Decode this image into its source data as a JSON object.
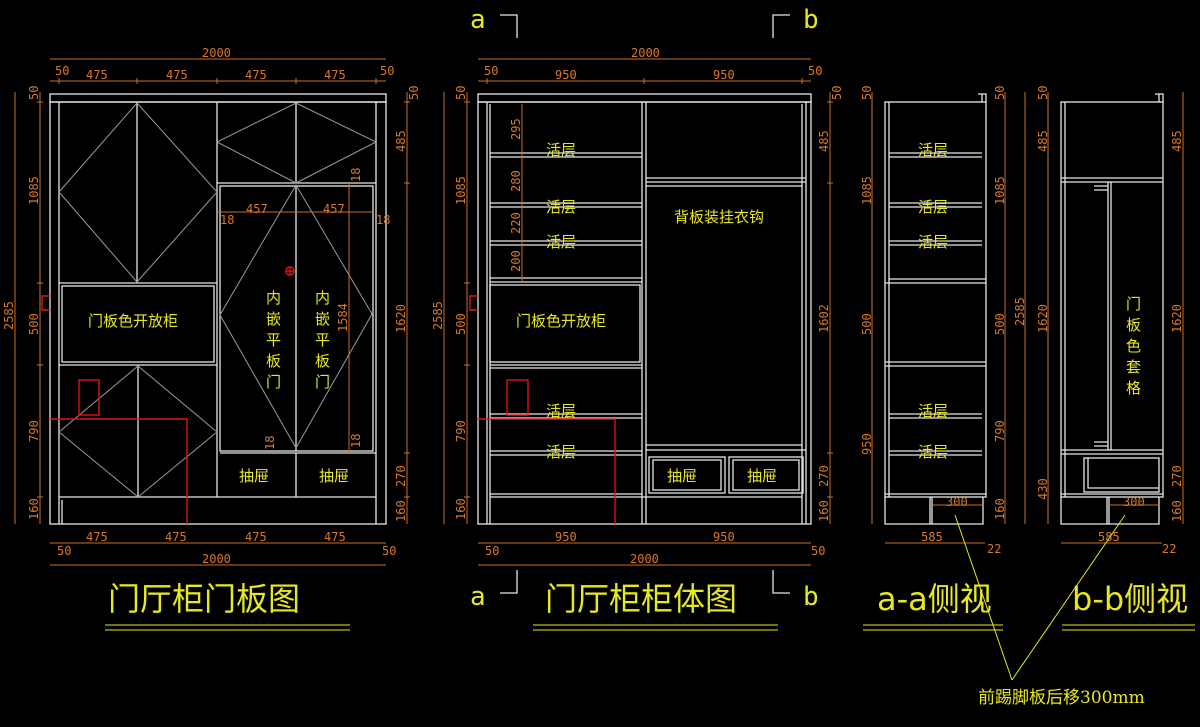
{
  "section_marks": {
    "top_a": "a",
    "top_b": "b",
    "bottom_a": "a",
    "bottom_b": "b"
  },
  "door_view": {
    "title": "门厅柜门板图",
    "labels": {
      "open_cabinet": "门板色开放柜",
      "inset_door_left": "内嵌平板门",
      "inset_door_right": "内嵌平板门",
      "drawer_left": "抽屉",
      "drawer_right": "抽屉"
    },
    "dims_top": [
      "2000",
      "50",
      "475",
      "475",
      "475",
      "475",
      "50"
    ],
    "dims_left": [
      "2585",
      "50",
      "1085",
      "500",
      "790",
      "160"
    ],
    "dims_right": [
      "50",
      "485",
      "1620",
      "270",
      "160"
    ],
    "dims_inner": [
      "457",
      "457",
      "18",
      "18",
      "18",
      "1584",
      "18",
      "18"
    ],
    "dims_bottom": [
      "475",
      "475",
      "475",
      "475",
      "50",
      "50",
      "2000"
    ]
  },
  "body_view": {
    "title": "门厅柜柜体图",
    "labels": {
      "shelf_1": "活层",
      "shelf_2": "活层",
      "shelf_3": "活层",
      "open_cabinet": "门板色开放柜",
      "shelf_4": "活层",
      "shelf_5": "活层",
      "hanging": "背板装挂衣钩",
      "drawer_left": "抽屉",
      "drawer_right": "抽屉"
    },
    "dims_top": [
      "2000",
      "50",
      "950",
      "950",
      "50"
    ],
    "dims_left": [
      "2585",
      "50",
      "1085",
      "500",
      "790",
      "160"
    ],
    "dims_right": [
      "50",
      "485",
      "1602",
      "270",
      "160"
    ],
    "dims_inner": [
      "295",
      "280",
      "220",
      "200"
    ],
    "dims_bottom": [
      "950",
      "950",
      "50",
      "50",
      "2000"
    ]
  },
  "side_a": {
    "title": "a-a侧视",
    "labels": [
      "活层",
      "活层",
      "活层",
      "活层",
      "活层"
    ],
    "dims_left": [
      "50",
      "1085",
      "500",
      "950"
    ],
    "dims_right": [
      "50",
      "1085",
      "500",
      "790",
      "160"
    ],
    "dims_total": "2585",
    "dims_bottom": [
      "300",
      "585",
      "22"
    ]
  },
  "side_b": {
    "title": "b-b侧视",
    "label": "门板色套格",
    "dims_left": [
      "50",
      "485",
      "1620",
      "430"
    ],
    "dims_right": [
      "485",
      "1620",
      "270",
      "160"
    ],
    "dims_bottom": [
      "300",
      "585",
      "22"
    ]
  },
  "note": "前踢脚板后移300mm",
  "colors": {
    "background": "#000000",
    "lines": "#e6e6e6",
    "dimensions": "#c8702a",
    "text": "#e8e820",
    "markers": "#d81818"
  }
}
